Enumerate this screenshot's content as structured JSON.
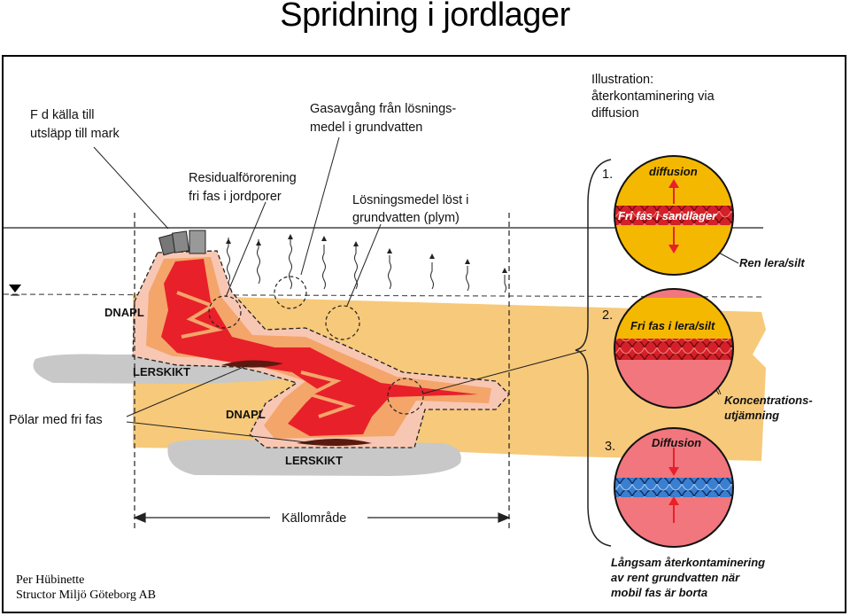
{
  "title": "Spridning i jordlager",
  "labels": {
    "source": [
      "F d källa till",
      "utsläpp till mark"
    ],
    "gas": [
      "Gasavgång från lösnings-",
      "medel i grundvatten"
    ],
    "illustration": [
      "Illustration:",
      "återkontaminering via",
      "diffusion"
    ],
    "residual": [
      "Residualförorening",
      "fri fas i jordporer"
    ],
    "dissolved": [
      "Lösningsmedel löst i",
      "grundvatten (plym)"
    ],
    "dnapl": "DNAPL",
    "lerskikt": "LERSKIKT",
    "pools": "Pölar med fri fas",
    "source_zone": "Källområde"
  },
  "circles": [
    {
      "number": "1.",
      "top_label": "diffusion",
      "band_label": "Fri fas i sandlager",
      "side_label": [
        "Ren lera/silt"
      ]
    },
    {
      "number": "2.",
      "top_label": "Fri fas i lera/silt",
      "side_label": [
        "Koncentrations-",
        "utjämning"
      ]
    },
    {
      "number": "3.",
      "top_label": "Diffusion"
    }
  ],
  "conclusion": [
    "Långsam återkontaminering",
    "av rent grundvatten när",
    "mobil fas är borta"
  ],
  "credit": [
    "Per Hübinette",
    "Structor Miljö Göteborg AB"
  ],
  "colors": {
    "aquifer": "#f7c97a",
    "clay": "#c8c8c8",
    "dnapl_red": "#e8202a",
    "dnapl_orange": "#f4a56a",
    "dnapl_pink": "#f8c7b3",
    "circle_yellow": "#f5b800",
    "circle_pink": "#f2767d",
    "band_red": "#d42028",
    "band_blue": "#3a7fd0"
  }
}
